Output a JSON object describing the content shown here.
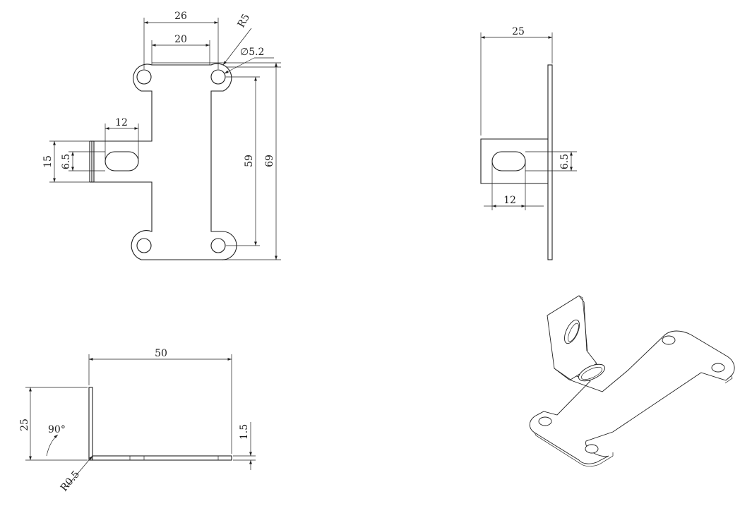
{
  "front_view": {
    "dim_width_outer": "26",
    "dim_width_inner": "20",
    "dim_radius": "R5",
    "dim_hole": "∅5.2",
    "dim_tab_length": "12",
    "dim_tab_width": "15",
    "dim_slot_width": "6.5",
    "dim_hole_spacing": "59",
    "dim_total_height": "69"
  },
  "side_view": {
    "dim_width": "25",
    "dim_slot_width": "6.5",
    "dim_slot_length": "12"
  },
  "bottom_view": {
    "dim_length": "50",
    "dim_height": "25",
    "dim_angle": "90°",
    "dim_bend_radius": "R0.5",
    "dim_thickness": "1.5"
  },
  "iso_view": {
    "label": ""
  }
}
